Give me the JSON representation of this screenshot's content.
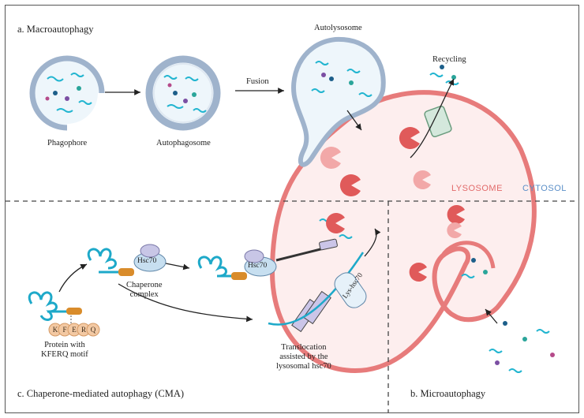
{
  "sections": {
    "macro": "a. Macroautophagy",
    "micro": "b. Microautophagy",
    "cma": "c. Chaperone-mediated autophagy (CMA)"
  },
  "labels": {
    "phagophore": "Phagophore",
    "autophagosome": "Autophagosome",
    "fusion": "Fusion",
    "autolysosome": "Autolysosome",
    "recycling": "Recycling",
    "lysosome": "LYSOSOME",
    "cytosol": "CYTOSOL",
    "hsc70_a": "Hsc70",
    "hsc70_b": "Hsc70",
    "lys_hsc70": "Lys-hsc70",
    "chaperone_complex": "Chaperone\ncomplex",
    "protein_kferq": "Protein with\nKFERQ motif",
    "translocation": "Translocation\nassisted by the\nlysosomal hsc70"
  },
  "kferq_letters": [
    "K",
    "F",
    "E",
    "R",
    "Q"
  ],
  "colors": {
    "membrane_blue": "#9fb3cc",
    "lysosome_red": "#e77b7b",
    "lysosome_fill": "#fdecec",
    "cargo_cyan": "#22b5d0",
    "chaperone": "#c7dff0",
    "motif_orange": "#f3c9a3"
  }
}
